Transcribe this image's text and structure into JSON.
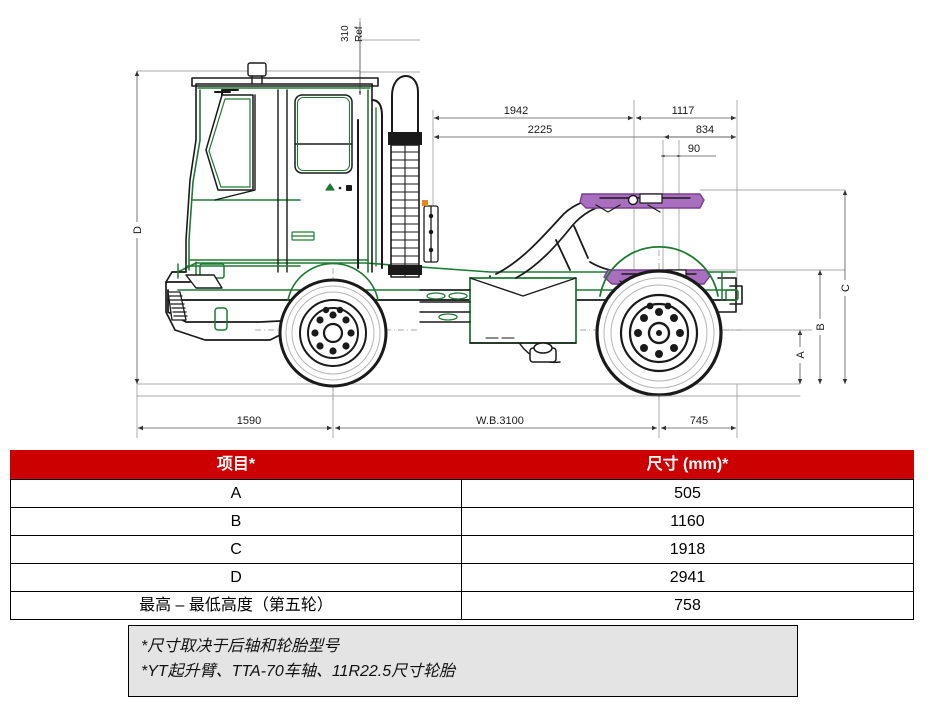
{
  "drawing": {
    "title": "terminal-tractor-side-view",
    "colors": {
      "body_outline": "#1a1a1a",
      "accent_green": "#1d7a33",
      "accent_purple": "#7b3f8f",
      "dimension_line": "#4d4d4d",
      "centerline": "#999999"
    },
    "dimensions": {
      "top_ref_value": "310",
      "top_ref_note": "Ref",
      "upper_1": "1942",
      "upper_2": "2225",
      "upper_3": "1117",
      "upper_4": "834",
      "upper_5": "90",
      "bottom_front": "1590",
      "bottom_wheelbase": "W.B.3100",
      "bottom_rear": "745",
      "left_height": "D",
      "right_height_a": "A",
      "right_height_b": "B",
      "right_height_c": "C"
    }
  },
  "table": {
    "headers": {
      "item": "项目*",
      "dimension": "尺寸 (mm)*"
    },
    "rows": [
      {
        "item": "A",
        "value": "505"
      },
      {
        "item": "B",
        "value": "1160"
      },
      {
        "item": "C",
        "value": "1918"
      },
      {
        "item": "D",
        "value": "2941"
      },
      {
        "item": "最高 – 最低高度（第五轮）",
        "value": "758"
      }
    ],
    "header_color": "#cc0000"
  },
  "footnote": {
    "line1": "*尺寸取决于后轴和轮胎型号",
    "line2": "*YT起升臂、TTA-70车轴、11R22.5尺寸轮胎"
  }
}
